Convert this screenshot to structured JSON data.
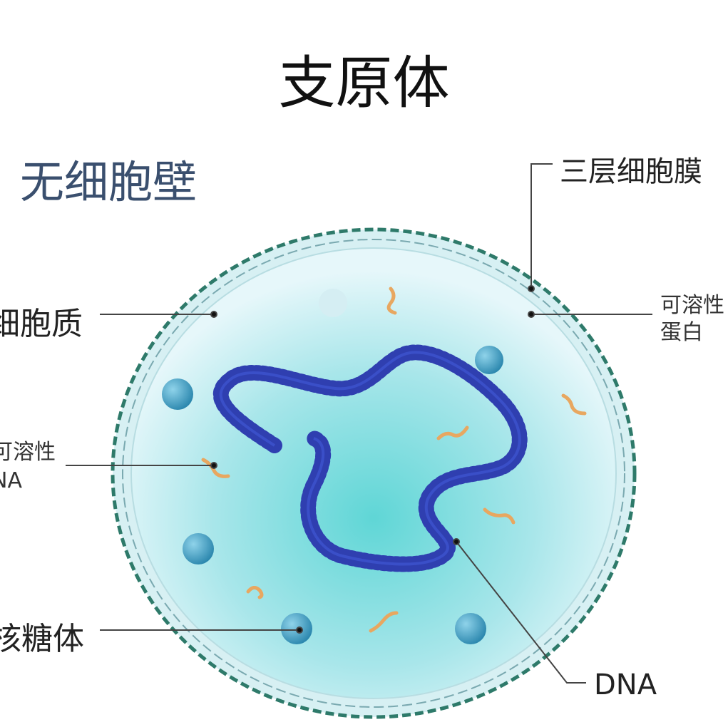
{
  "title": "支原体",
  "subtitle": "无细胞壁",
  "labels": {
    "membrane": "三层细胞膜",
    "cytoplasm": "细胞质",
    "soluble_protein_line1": "可溶性",
    "soluble_protein_line2": "蛋白",
    "soluble_rna_line1": "可溶性",
    "soluble_rna_line2": "NA",
    "ribosome": "核糖体",
    "dna": "DNA"
  },
  "colors": {
    "membrane": "#2e7a6a",
    "cytoplasm": "#7fd8dc",
    "dna": "#2f3fb0",
    "ribosome": "#3a9cc0",
    "rna": "#e8a760"
  }
}
